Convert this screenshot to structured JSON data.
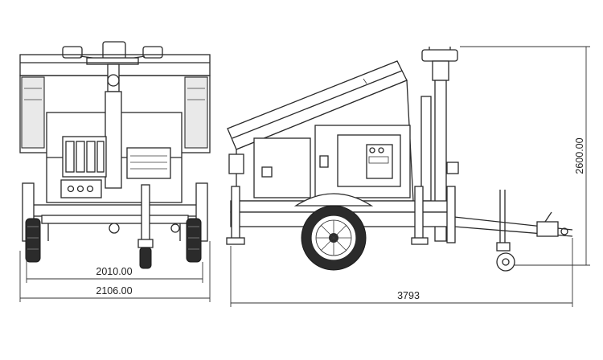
{
  "dimensions": {
    "track_width": "2010.00",
    "overall_width": "2106.00",
    "overall_length": "3793",
    "mast_height": "2600.00"
  }
}
